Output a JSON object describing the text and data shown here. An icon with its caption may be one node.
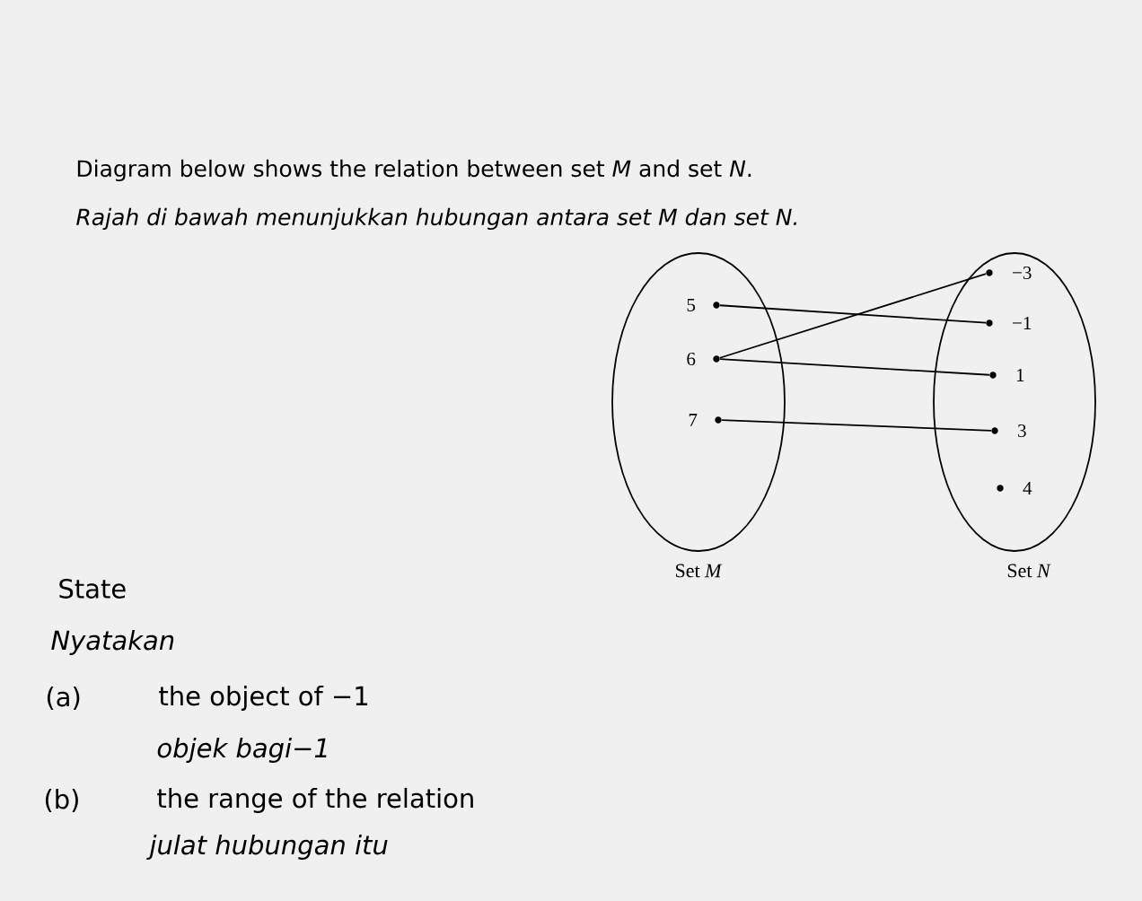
{
  "diagram": {
    "nodes": [
      {
        "text": [],
        "shape": "ellipse",
        "beside": [
          "Set *M*"
        ]
      },
      {
        "text": [],
        "shape": "ellipse",
        "beside": [
          "Set *N*"
        ]
      },
      {
        "text": [
          "5"
        ],
        "in": 0
      },
      {
        "text": [
          "6"
        ],
        "in": 0
      },
      {
        "text": [
          "7"
        ],
        "in": 0
      },
      {
        "text": [
          "−3"
        ],
        "in": 1
      },
      {
        "text": [
          "−1"
        ],
        "in": 1
      },
      {
        "text": [
          "1"
        ],
        "in": 1
      },
      {
        "text": [
          "3"
        ],
        "in": 1
      },
      {
        "text": [
          "4"
        ],
        "in": 1
      }
    ],
    "edges": [
      {
        "from": 2,
        "to": 6,
        "arrow": "none"
      },
      {
        "from": 3,
        "to": 5,
        "arrow": "none"
      },
      {
        "from": 3,
        "to": 7,
        "arrow": "none"
      },
      {
        "from": 4,
        "to": 8,
        "arrow": "none"
      }
    ],
    "labels": [
      "Diagram below shows the relation between set *M* and set *N*.",
      "Rajah di bawah menunjukkan hubungan antara set M dan set N.",
      "State",
      "Nyatakan",
      "(a)",
      "the object of −1",
      "objek bagi−1",
      "(b)",
      "the range of the relation",
      "julat hubungan itu"
    ]
  }
}
